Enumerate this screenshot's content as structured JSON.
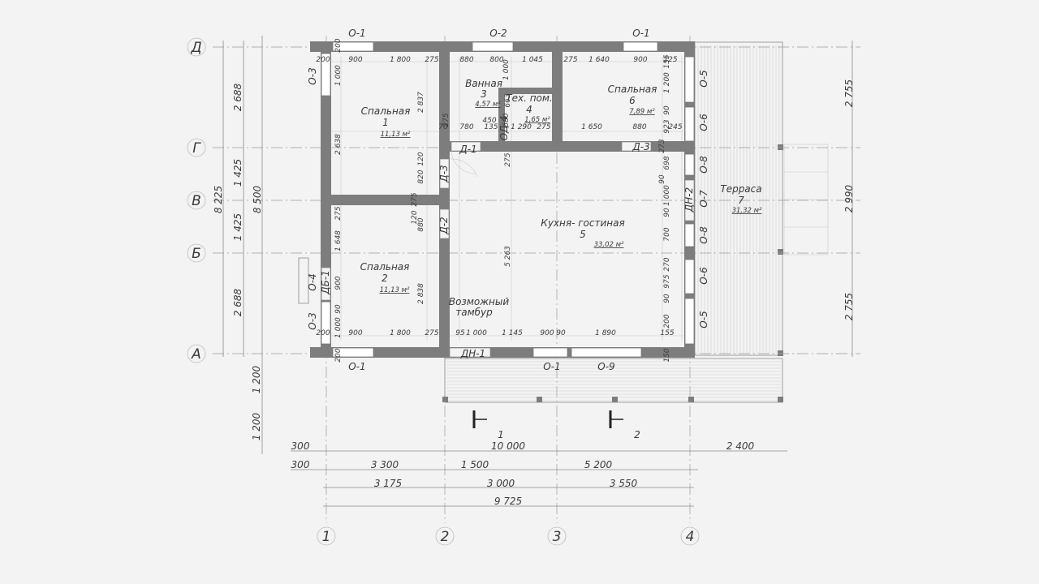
{
  "axes": {
    "letters": [
      "Д",
      "Г",
      "В",
      "Б",
      "А"
    ],
    "numbers": [
      "1",
      "2",
      "3",
      "4"
    ]
  },
  "rooms": [
    {
      "name": "Спальная",
      "number": "1",
      "area": "11,13 м²"
    },
    {
      "name": "Спальная",
      "number": "2",
      "area": "11,13 м²"
    },
    {
      "name": "Ванная",
      "number": "3",
      "area": "4,57 м²"
    },
    {
      "name": "Тех. пом.",
      "number": "4",
      "area": "1,65 м²"
    },
    {
      "name": "Кухня- гостиная",
      "number": "5",
      "area": "33,02 м²"
    },
    {
      "name": "Спальная",
      "number": "6",
      "area": "7,89 м²"
    },
    {
      "name": "Терраса",
      "number": "7",
      "area": "31,32 м²"
    },
    {
      "name_line1": "Возможный",
      "name_line2": "тамбур"
    }
  ],
  "openings": {
    "top": [
      "О-1",
      "О-2",
      "О-1"
    ],
    "bottom": [
      "О-1",
      "ДН-1",
      "О-1",
      "О-9"
    ],
    "left": [
      "О-3",
      "О-4",
      "ДБ-1",
      "О-3"
    ],
    "right": [
      "О-5",
      "О-6",
      "О-8",
      "О-7",
      "ДН-2",
      "О-8",
      "О-6",
      "О-5"
    ],
    "inner": [
      "Д-1",
      "Д-3",
      "Д-3",
      "Д-2",
      "ОД-4"
    ]
  },
  "sections": [
    "1",
    "2"
  ],
  "left_dims": {
    "outer": [
      "8 225",
      "8 500"
    ],
    "inner": [
      "2 688",
      "1 425",
      "1 425",
      "2 688"
    ],
    "below": [
      "1 200",
      "1 200"
    ]
  },
  "right_dims": [
    "2 755",
    "2 990",
    "2 755"
  ],
  "bottom_dims": {
    "row1": [
      "300",
      "10 000",
      "2 400"
    ],
    "row2": [
      "300",
      "3 300",
      "1 500",
      "5 200"
    ],
    "row3": [
      "3 175",
      "3 000",
      "3 550"
    ],
    "row4": [
      "9 725"
    ]
  },
  "inner_dims": {
    "top_row": [
      "200",
      "900",
      "1 800",
      "275",
      "880",
      "800",
      "1 045",
      "275",
      "1 640",
      "900",
      "225"
    ],
    "mid_row": [
      "70",
      "780",
      "450",
      "135",
      "1 290",
      "275",
      "1 650",
      "880",
      "245"
    ],
    "bottom_row": [
      "200",
      "900",
      "1 800",
      "275",
      "95",
      "1 000",
      "1 145",
      "900",
      "90",
      "1 890",
      "155"
    ],
    "v_left_col": [
      "200",
      "1 000",
      "2 638",
      "275",
      "1 648",
      "900",
      "90",
      "1 000",
      "200"
    ],
    "v_partition": [
      "2 837",
      "120",
      "820",
      "275",
      "120",
      "880",
      "2 838"
    ],
    "v_mid": [
      "1 000",
      "663",
      "275",
      "5 263"
    ],
    "v_right_col": [
      "155",
      "1 200",
      "90",
      "923",
      "273",
      "698",
      "90",
      "1 000",
      "90",
      "700",
      "270",
      "975",
      "90",
      "200",
      "150"
    ],
    "bath_small": [
      "680",
      "275"
    ]
  }
}
